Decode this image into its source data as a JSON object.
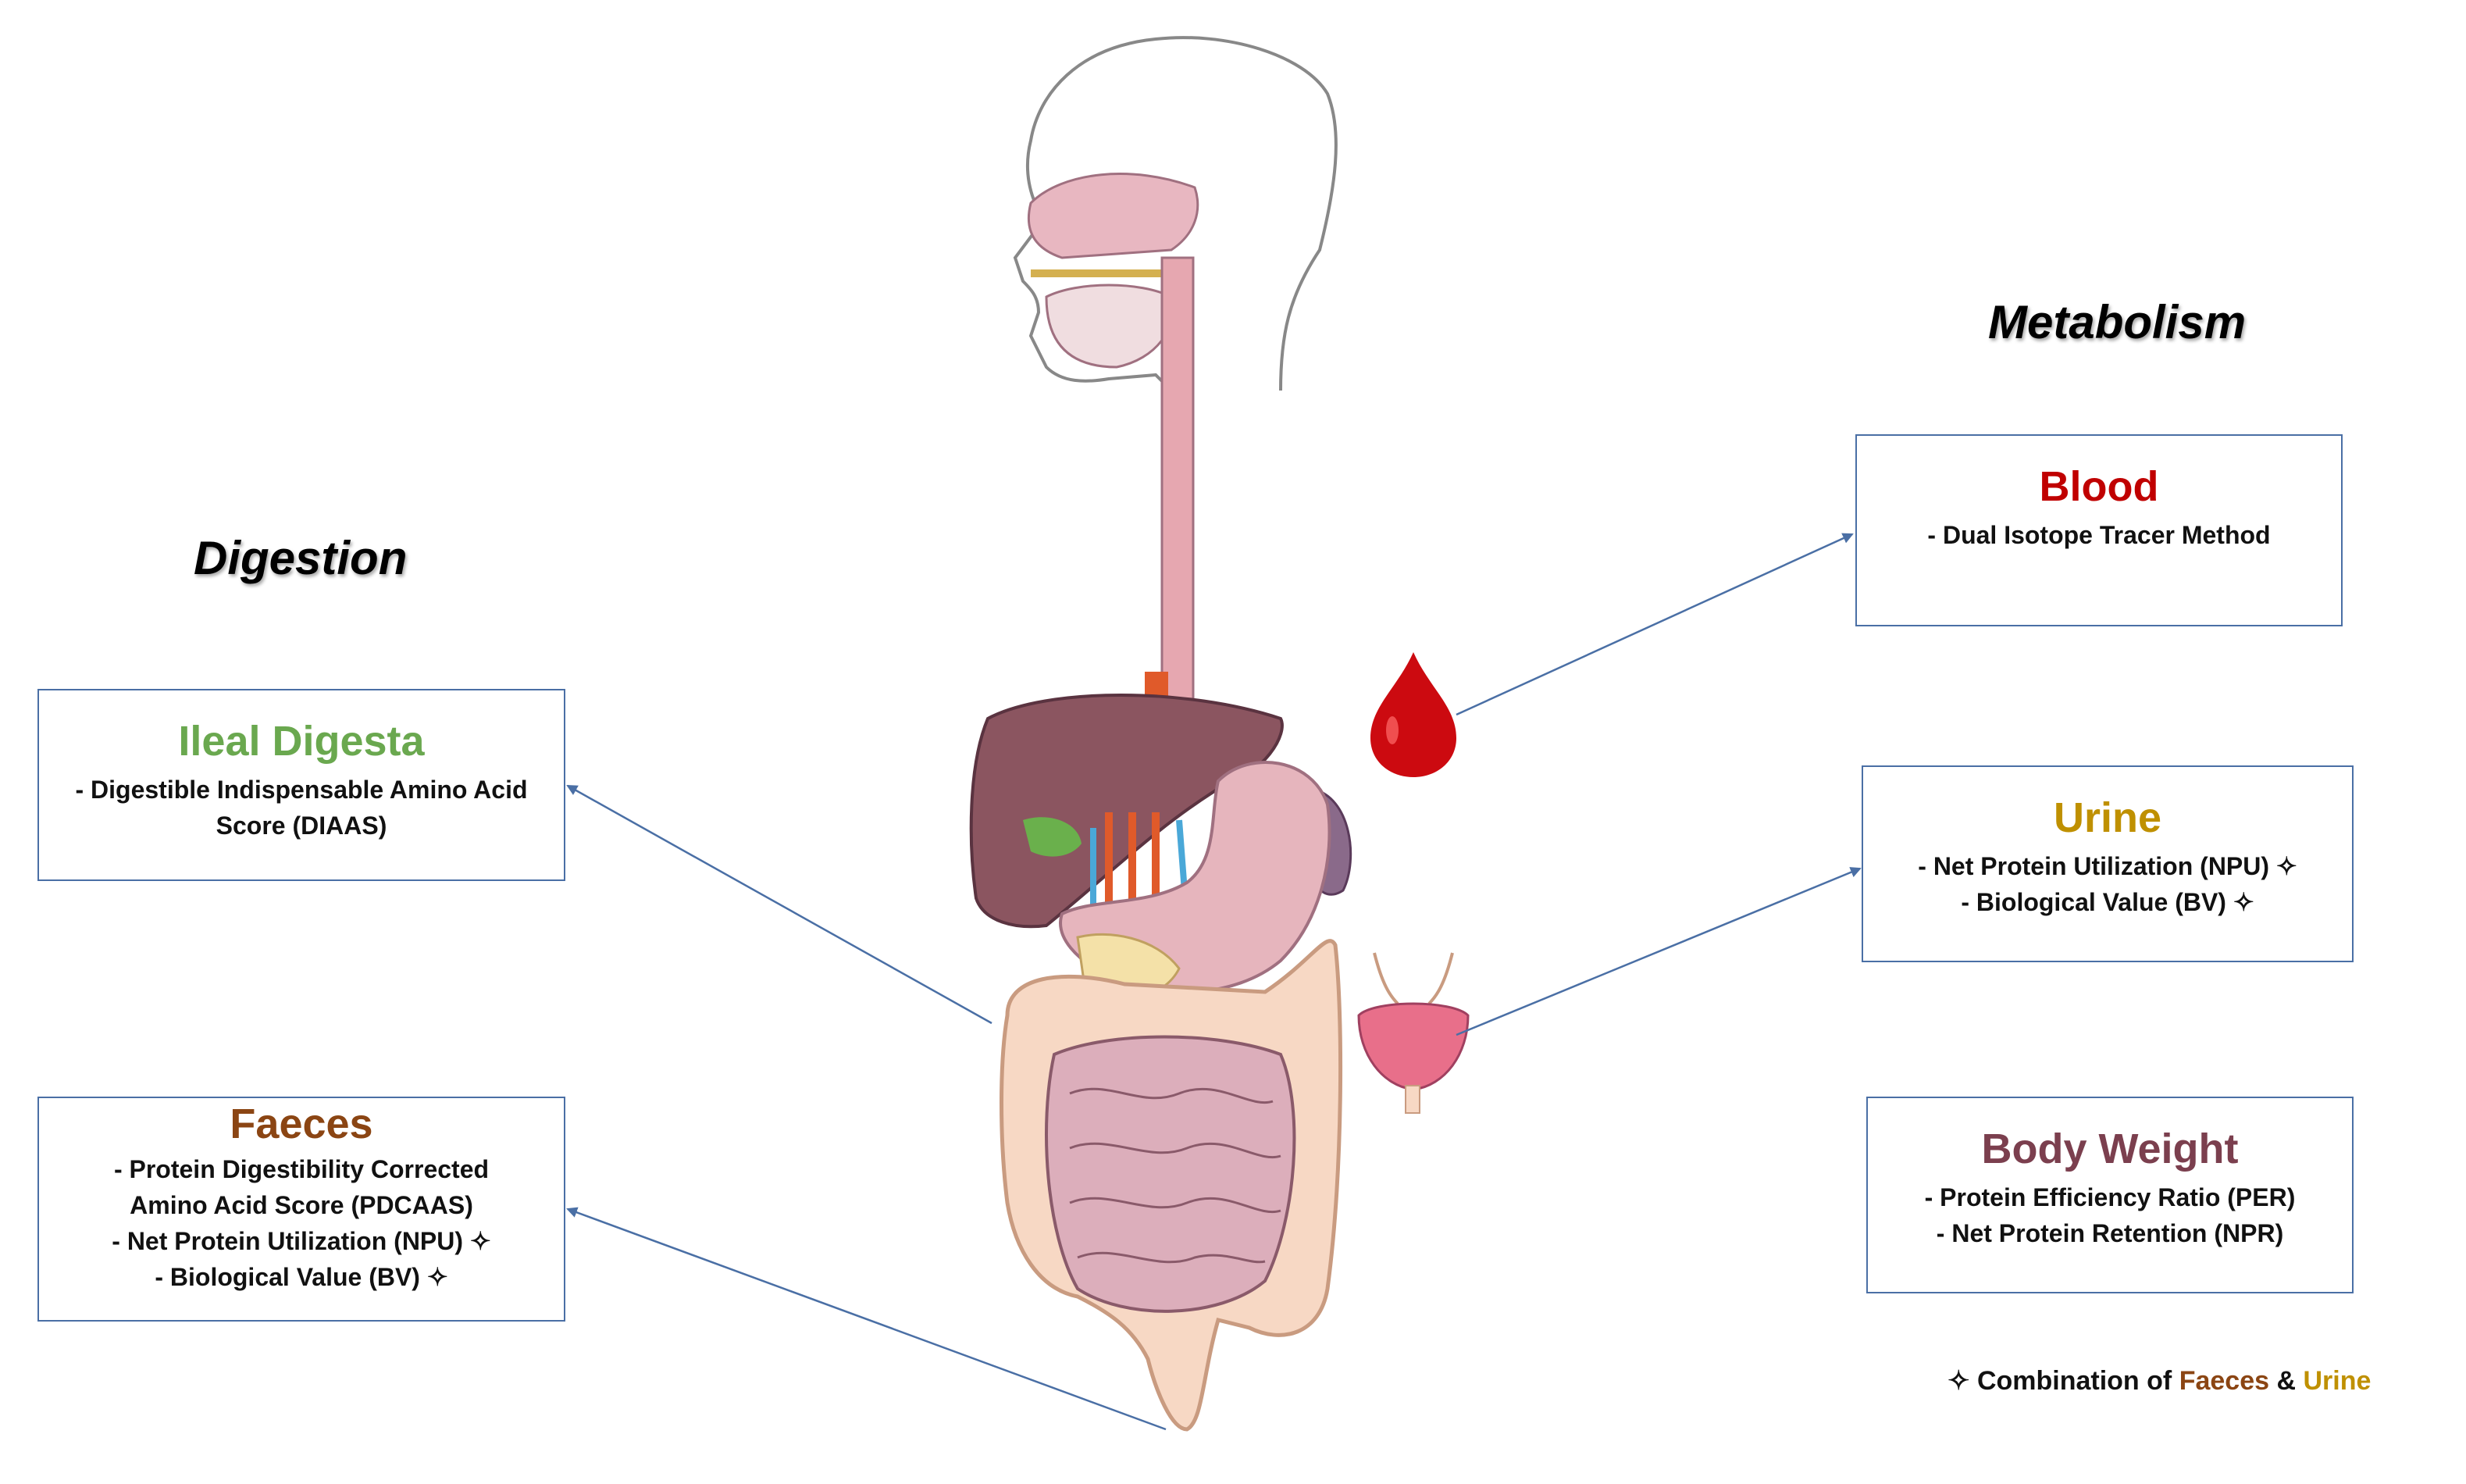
{
  "headings": {
    "digestion": "Digestion",
    "metabolism": "Metabolism"
  },
  "boxes": {
    "ileal": {
      "title": "Ileal Digesta",
      "title_color": "#6aa84f",
      "items": [
        "- Digestible Indispensable Amino Acid",
        "Score (DIAAS)"
      ]
    },
    "faeces": {
      "title": "Faeces",
      "title_color": "#8b4513",
      "items": [
        "-    Protein Digestibility Corrected",
        "Amino Acid Score (PDCAAS)",
        "-    Net Protein Utilization (NPU) ✧",
        "-    Biological Value (BV) ✧"
      ]
    },
    "blood": {
      "title": "Blood",
      "title_color": "#c00000",
      "items": [
        "-    Dual Isotope Tracer Method"
      ]
    },
    "urine": {
      "title": "Urine",
      "title_color": "#bf9000",
      "items": [
        "-    Net Protein Utilization (NPU) ✧",
        "-    Biological Value (BV) ✧"
      ]
    },
    "body_weight": {
      "title": "Body Weight",
      "title_color": "#7b3f4e",
      "items": [
        "-       Protein Efficiency Ratio (PER)",
        "-      Net Protein Retention (NPR)"
      ]
    }
  },
  "footnote": {
    "symbol": "✧",
    "text": "Combination of",
    "faeces": "Faeces",
    "amp": "&",
    "urine": "Urine"
  },
  "icons": [
    "digestive-system-illustration",
    "blood-drop-icon",
    "bladder-icon"
  ],
  "colors": {
    "arrow": "#4a6fa5",
    "box_border": "#4a6fa5",
    "faeces": "#8b4513",
    "urine": "#bf9000"
  }
}
